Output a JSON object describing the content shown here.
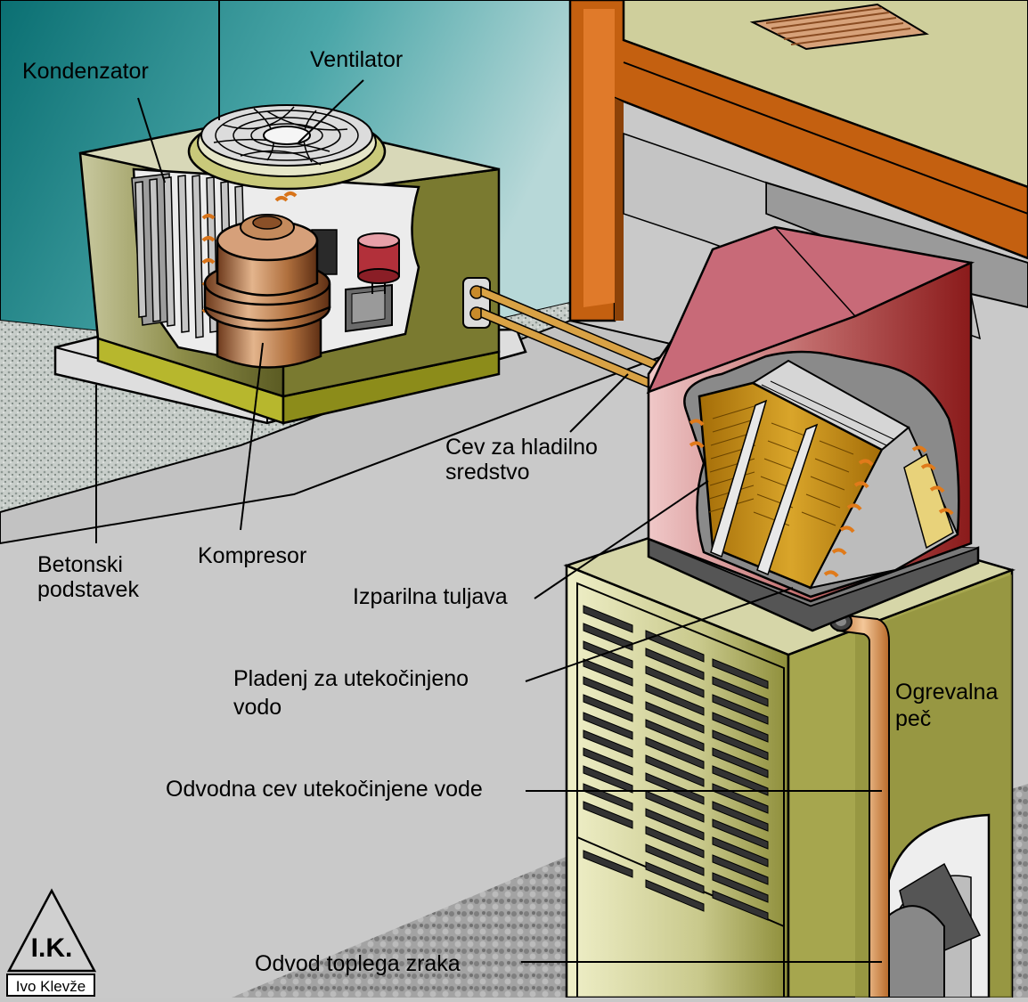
{
  "labels": {
    "kondenzator": "Kondenzator",
    "ventilator": "Ventilator",
    "kompresor": "Kompresor",
    "betonski_line1": "Betonski",
    "betonski_line2": "podstavek",
    "cev_line1": "Cev za hladilno",
    "cev_line2": "sredstvo",
    "izparilna": "Izparilna tuljava",
    "pladenj_line1": "Pladenj za utekočinjeno",
    "pladenj_line2": "vodo",
    "ogrevalna_line1": "Ogrevalna",
    "ogrevalna_line2": "peč",
    "odvodna": "Odvodna cev utekočinjene vode",
    "odvod": "Odvod toplega zraka"
  },
  "logo": {
    "initials": "I.K.",
    "author": "Ivo Klevže"
  },
  "colors": {
    "wall": "#0e7c7d",
    "floor": "#c8c8c8",
    "condenser_body": "#8a8a3a",
    "compressor": "#b06a3a",
    "furnace": "#c6c78a",
    "plenum": "#c0505a",
    "coil": "#c8901a",
    "pipe": "#d8a040",
    "beam": "#c06010",
    "ceiling": "#cccc99"
  }
}
